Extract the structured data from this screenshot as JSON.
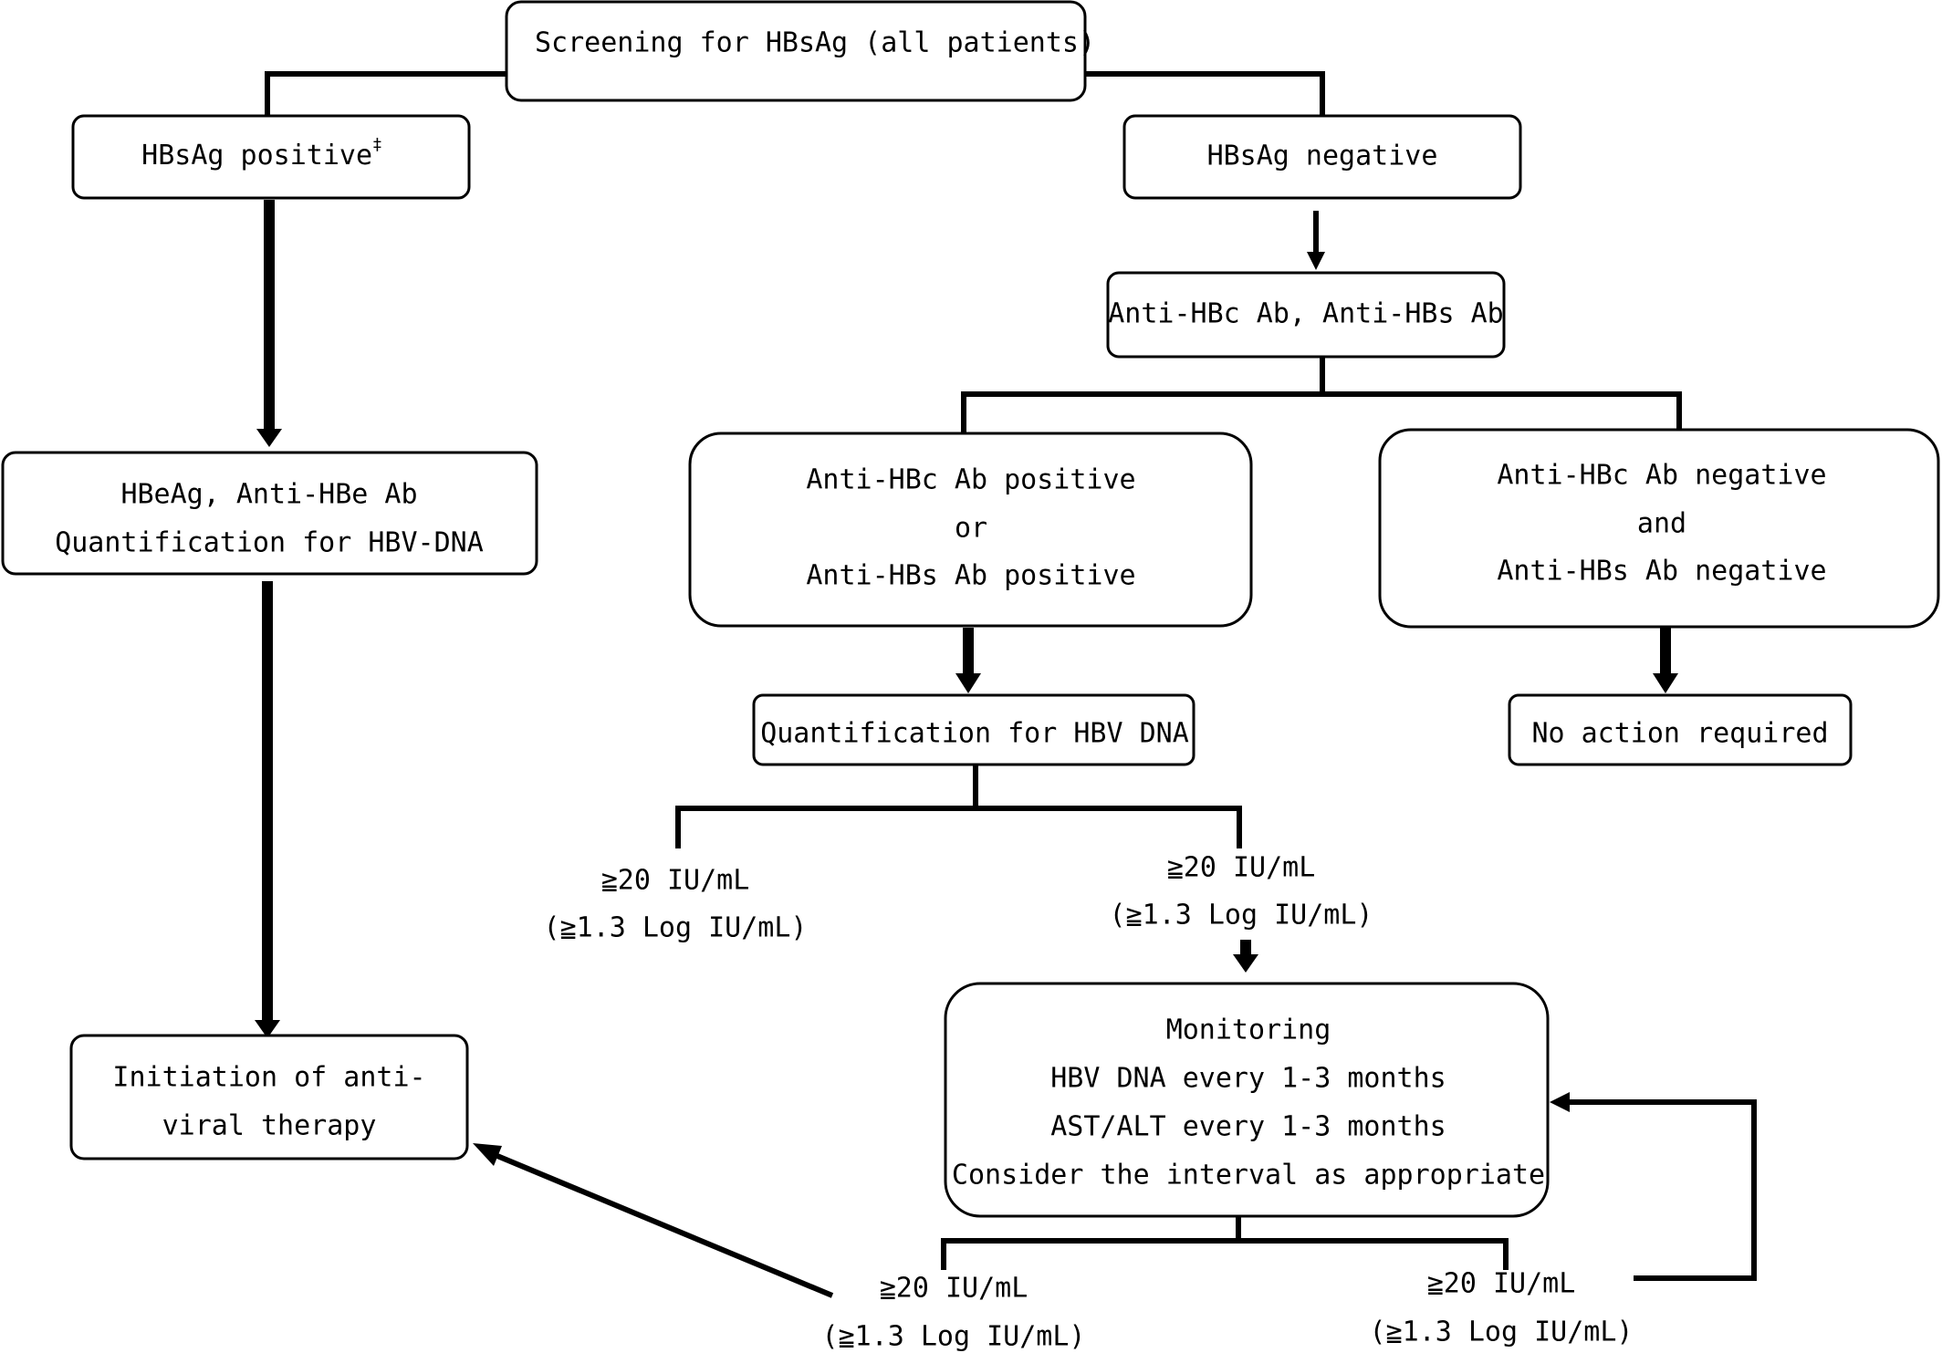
{
  "nodes": {
    "screening": {
      "text": "Screening for HBsAg (all patients)"
    },
    "hbsag_positive": {
      "text": "HBsAg positive",
      "sup": "‡"
    },
    "hbsag_negative": {
      "text": "HBsAg negative"
    },
    "anti_hbc_hbs": {
      "text": "Anti-HBc Ab, Anti-HBs Ab"
    },
    "hbeag": {
      "lines": [
        "HBeAg, Anti-HBe Ab",
        "Quantification for HBV-DNA"
      ]
    },
    "anti_positive": {
      "lines": [
        "Anti-HBc Ab positive",
        "or",
        "Anti-HBs Ab positive"
      ]
    },
    "anti_negative": {
      "lines": [
        "Anti-HBc Ab negative",
        "and",
        "Anti-HBs Ab negative"
      ]
    },
    "quant_dna": {
      "text": "Quantification for HBV DNA"
    },
    "no_action": {
      "text": "No action required"
    },
    "monitoring": {
      "lines": [
        "Monitoring",
        "HBV DNA every 1-3 months",
        "AST/ALT every 1-3 months",
        "Consider the interval as appropriate"
      ]
    },
    "initiation": {
      "lines": [
        "Initiation of anti-",
        "viral therapy"
      ]
    }
  },
  "labels": {
    "quant_left": {
      "lines": [
        "≧20 IU/mL",
        "(≧1.3 Log IU/mL)"
      ]
    },
    "quant_right": {
      "lines": [
        "≧20 IU/mL",
        "(≧1.3 Log IU/mL)"
      ]
    },
    "monitor_left": {
      "lines": [
        "≧20 IU/mL",
        "(≧1.3 Log IU/mL)"
      ]
    },
    "monitor_right": {
      "lines": [
        "≧20 IU/mL",
        "(≧1.3 Log IU/mL)"
      ]
    }
  },
  "edges": [
    {
      "from": "screening",
      "to": "hbsag_positive"
    },
    {
      "from": "screening",
      "to": "hbsag_negative"
    },
    {
      "from": "hbsag_positive",
      "to": "hbeag"
    },
    {
      "from": "hbeag",
      "to": "initiation"
    },
    {
      "from": "hbsag_negative",
      "to": "anti_hbc_hbs"
    },
    {
      "from": "anti_hbc_hbs",
      "to": "anti_positive"
    },
    {
      "from": "anti_hbc_hbs",
      "to": "anti_negative"
    },
    {
      "from": "anti_positive",
      "to": "quant_dna"
    },
    {
      "from": "anti_negative",
      "to": "no_action"
    },
    {
      "from": "quant_dna",
      "to": "quant_left"
    },
    {
      "from": "quant_dna",
      "to": "quant_right"
    },
    {
      "from": "quant_right",
      "to": "monitoring"
    },
    {
      "from": "monitoring",
      "to": "monitor_left"
    },
    {
      "from": "monitoring",
      "to": "monitor_right"
    },
    {
      "from": "monitor_left",
      "to": "initiation"
    },
    {
      "from": "monitor_right",
      "to": "monitoring"
    }
  ]
}
